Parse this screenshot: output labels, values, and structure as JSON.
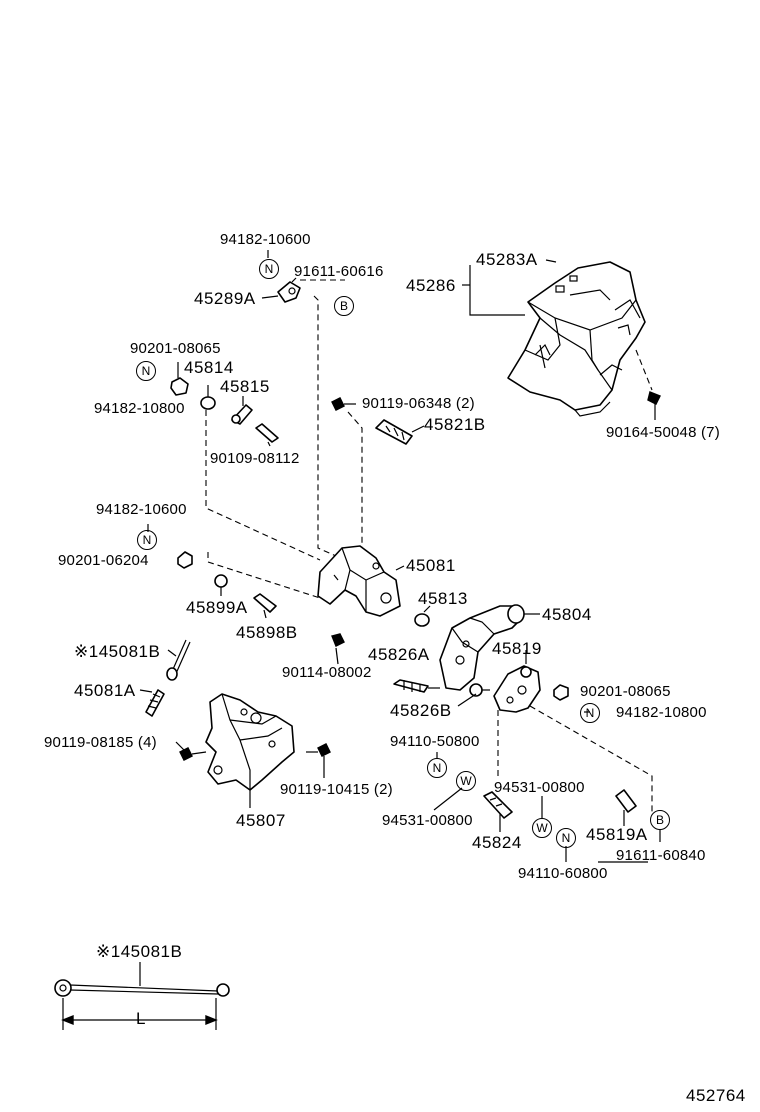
{
  "part_numbers": {
    "p94182_10600_top": "94182-10600",
    "p91611_60616": "91611-60616",
    "p45289A": "45289A",
    "p45283A": "45283A",
    "p45286": "45286",
    "p90201_08065_left": "90201-08065",
    "p45814": "45814",
    "p45815": "45815",
    "p94182_10800_left": "94182-10800",
    "p90119_06348": "90119-06348 (2)",
    "p45821B": "45821B",
    "p90164_50048": "90164-50048 (7)",
    "p90109_08112": "90109-08112",
    "p94182_10600_mid": "94182-10600",
    "p90201_06204": "90201-06204",
    "p45081": "45081",
    "p45813": "45813",
    "p45804": "45804",
    "p45899A": "45899A",
    "p45898B": "45898B",
    "p145081B": "※145081B",
    "p45826A": "45826A",
    "p45819": "45819",
    "p90114_08002": "90114-08002",
    "p45081A": "45081A",
    "p90201_08065_right": "90201-08065",
    "p45826B": "45826B",
    "p94182_10800_right": "94182-10800",
    "p90119_08185": "90119-08185 (4)",
    "p94110_50800": "94110-50800",
    "p90119_10415": "90119-10415 (2)",
    "p94531_00800_right": "94531-00800",
    "p94531_00800_left": "94531-00800",
    "p45807": "45807",
    "p45819A": "45819A",
    "p45824": "45824",
    "p91611_60840": "91611-60840",
    "p94110_60800": "94110-60800"
  },
  "callout_symbols": {
    "n": "N",
    "b": "B",
    "w": "W"
  },
  "cable_inset": {
    "title": "※145081B",
    "dimension_label": "L"
  },
  "illustration_number": "452764"
}
